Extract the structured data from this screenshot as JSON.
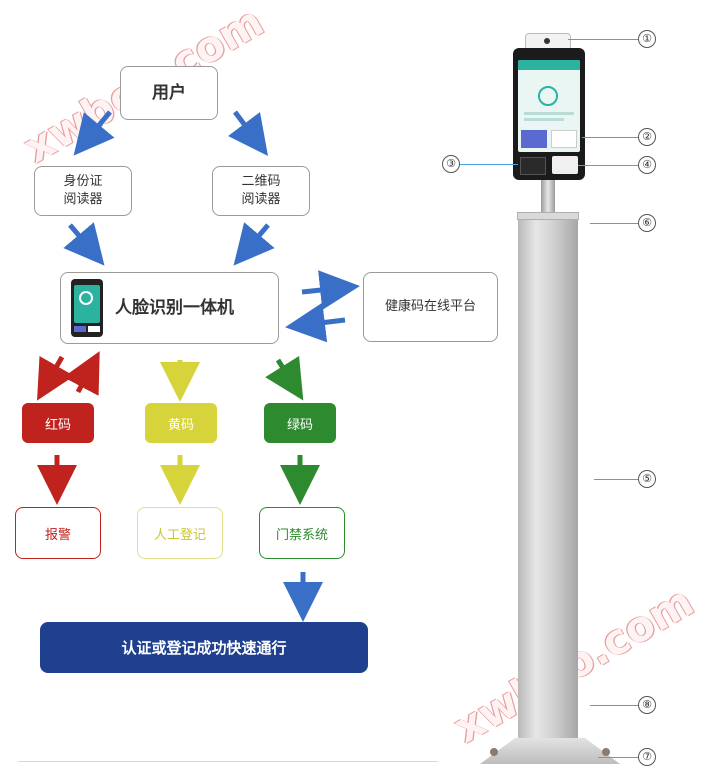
{
  "flow": {
    "user": "用户",
    "id_reader": [
      "身份证",
      "阅读器"
    ],
    "qr_reader": [
      "二维码",
      "阅读器"
    ],
    "device": "人脸识别一体机",
    "platform": "健康码在线平台",
    "codes": {
      "red": "红码",
      "yellow": "黄码",
      "green": "绿码"
    },
    "outcomes": {
      "alarm": "报警",
      "manual": "人工登记",
      "gate": "门禁系统"
    },
    "final": "认证或登记成功快速通行"
  },
  "callouts": [
    "①",
    "②",
    "③",
    "④",
    "⑤",
    "⑥",
    "⑦",
    "⑧"
  ],
  "watermark": "xwboo.com",
  "colors": {
    "red": "#c0221e",
    "yellow": "#d6d43a",
    "green": "#2e8a2e",
    "navy": "#1f3f8f",
    "arrow_blue": "#3a6fc8",
    "callout_line": "#4aa3df"
  }
}
